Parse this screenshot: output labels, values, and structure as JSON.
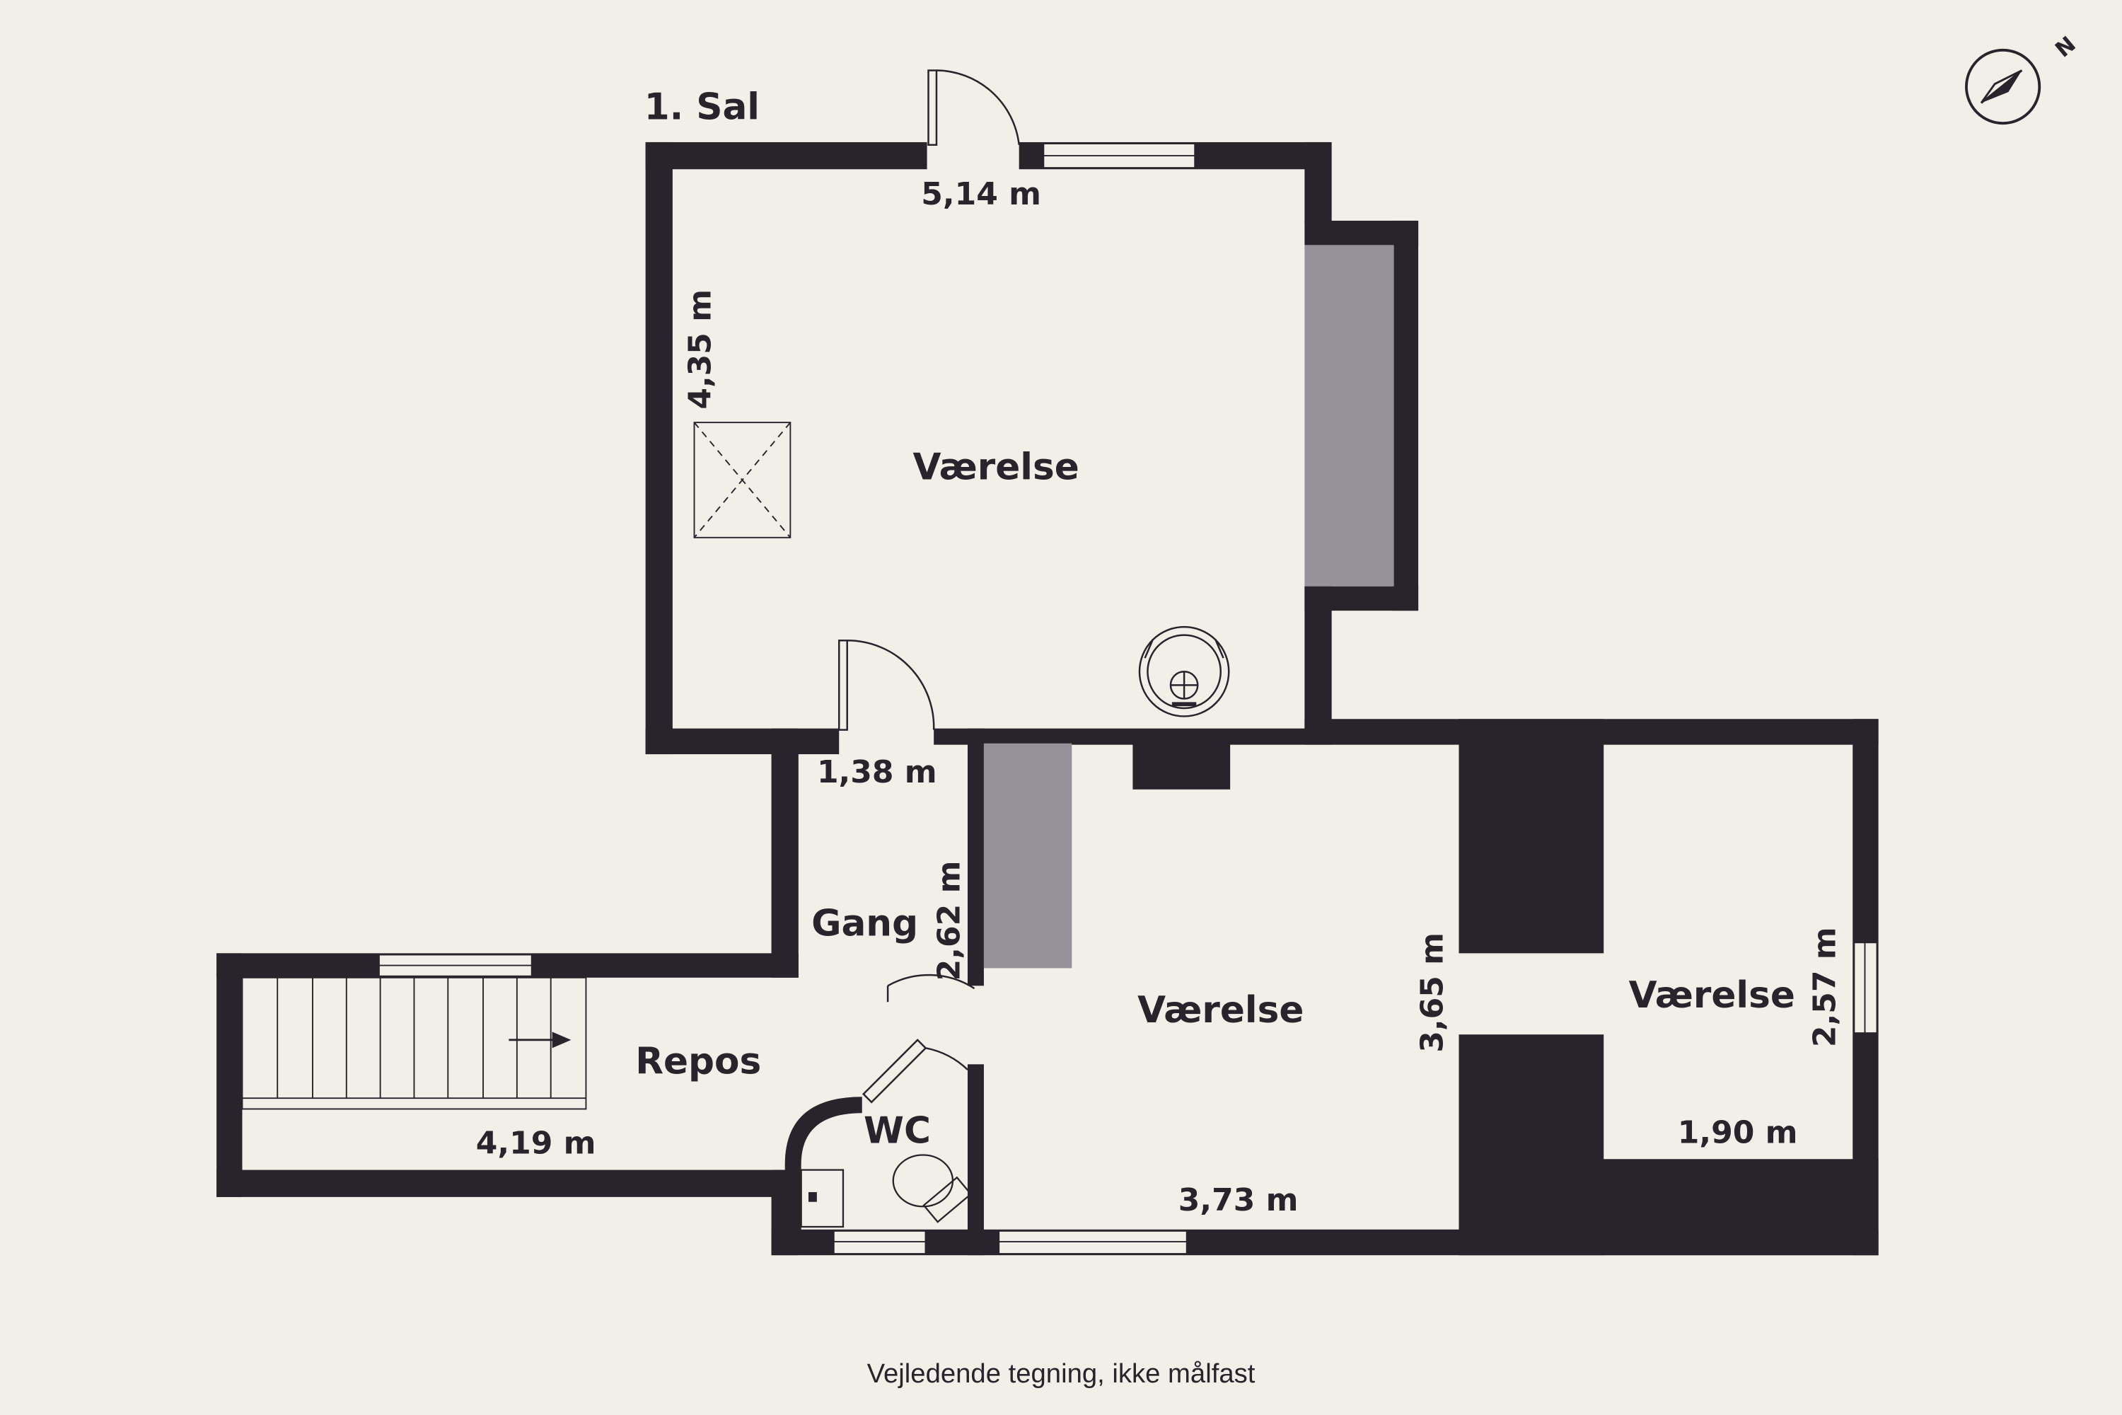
{
  "floor": {
    "title": "1. Sal"
  },
  "rooms": [
    {
      "id": "vaerelse-1",
      "name": "Værelse",
      "dims": [
        "5,14 m",
        "4,35 m"
      ]
    },
    {
      "id": "vaerelse-2",
      "name": "Værelse",
      "dims": [
        "3,73 m",
        "3,65 m"
      ]
    },
    {
      "id": "vaerelse-3",
      "name": "Værelse",
      "dims": [
        "1,90 m",
        "2,57 m"
      ]
    },
    {
      "id": "gang",
      "name": "Gang",
      "dims": [
        "1,38 m",
        "2,62 m"
      ]
    },
    {
      "id": "repos",
      "name": "Repos",
      "dims": [
        "4,19 m"
      ]
    },
    {
      "id": "wc",
      "name": "WC",
      "dims": []
    }
  ],
  "compass": {
    "north_label": "N",
    "icon": "compass-icon"
  },
  "footer": {
    "note": "Vejledende tegning, ikke målfast"
  },
  "colors": {
    "background": "#f1f0e8",
    "wall": "#27242c",
    "fixture": "#96929a"
  }
}
